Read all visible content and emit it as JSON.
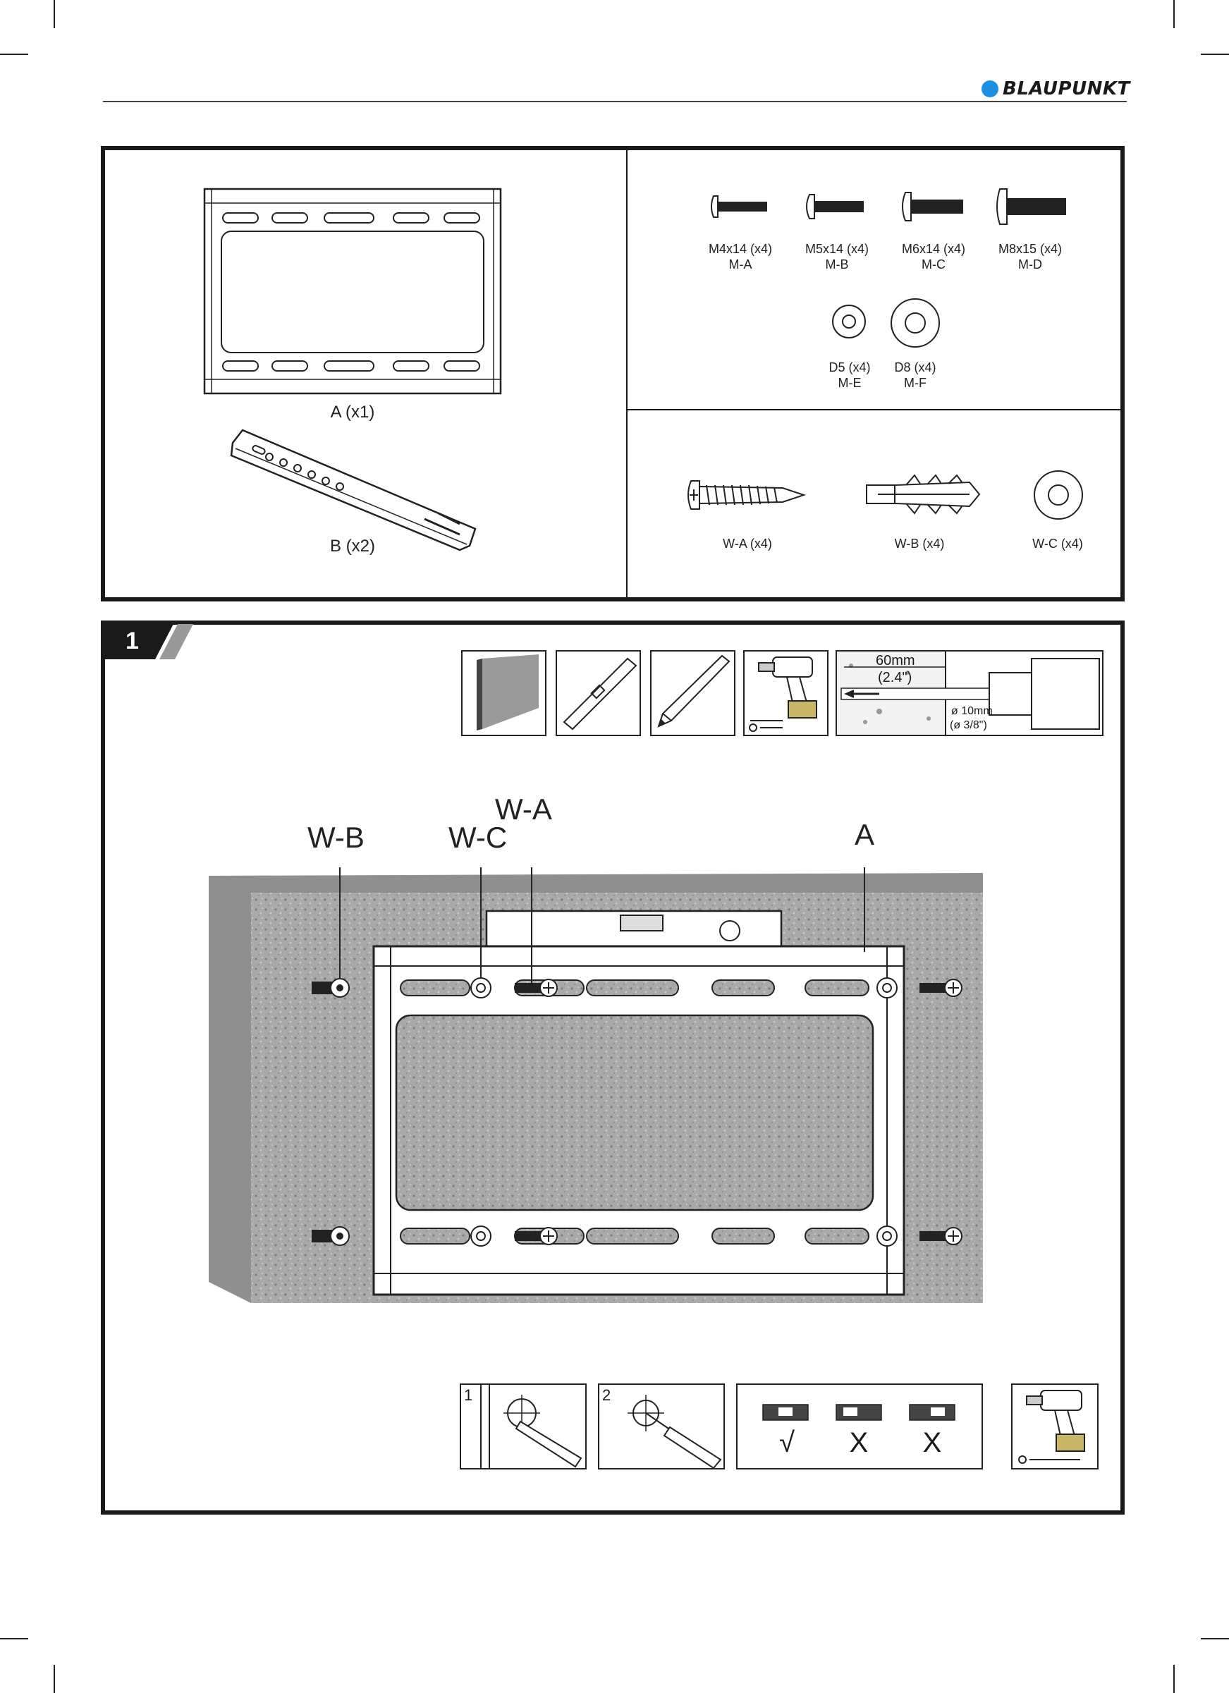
{
  "brand": {
    "name": "BLAUPUNKT",
    "accent": "#1f8fe0"
  },
  "parts": {
    "bracket_a": "A (x1)",
    "bracket_b": "B (x2)"
  },
  "screws": [
    {
      "size": "M4x14 (x4)",
      "code": "M-A"
    },
    {
      "size": "M5x14 (x4)",
      "code": "M-B"
    },
    {
      "size": "M6x14 (x4)",
      "code": "M-C"
    },
    {
      "size": "M8x15 (x4)",
      "code": "M-D"
    }
  ],
  "washers": [
    {
      "size": "D5 (x4)",
      "code": "M-E"
    },
    {
      "size": "D8 (x4)",
      "code": "M-F"
    }
  ],
  "wall_hardware": {
    "wa": "W-A (x4)",
    "wb": "W-B (x4)",
    "wc": "W-C (x4)"
  },
  "step": {
    "number": "1",
    "drill_depth": "60mm",
    "drill_depth_in": "(2.4\")",
    "drill_diameter": "ø 10mm",
    "drill_diameter_in": "(ø 3/8\")",
    "callouts": {
      "wb": "W-B",
      "wc": "W-C",
      "wa": "W-A",
      "a": "A"
    },
    "sub_steps": {
      "one": "1",
      "two": "2"
    },
    "level_marks": {
      "ok": "√",
      "bad1": "X",
      "bad2": "X"
    }
  }
}
